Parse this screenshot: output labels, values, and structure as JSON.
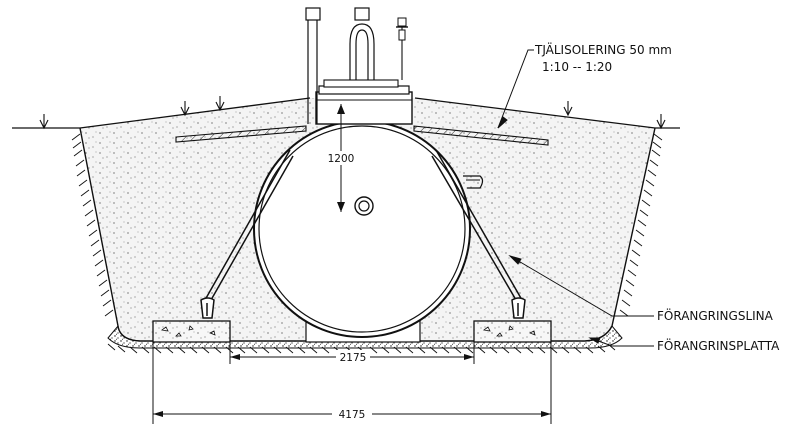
{
  "labels": {
    "insulation_title": "TJÄLISOLERING 50 mm",
    "insulation_slope": "1:10 -- 1:20",
    "anchor_cable": "FÖRANGRINGSLINA",
    "anchor_slab": "FÖRANGRINSPLATTA"
  },
  "dimensions": {
    "cover_depth": "1200",
    "inner_span": "2175",
    "outer_span": "4175"
  },
  "colors": {
    "line": "#111111",
    "fill_soil": "#f3f3f3",
    "concrete": "#f7f7f7"
  }
}
